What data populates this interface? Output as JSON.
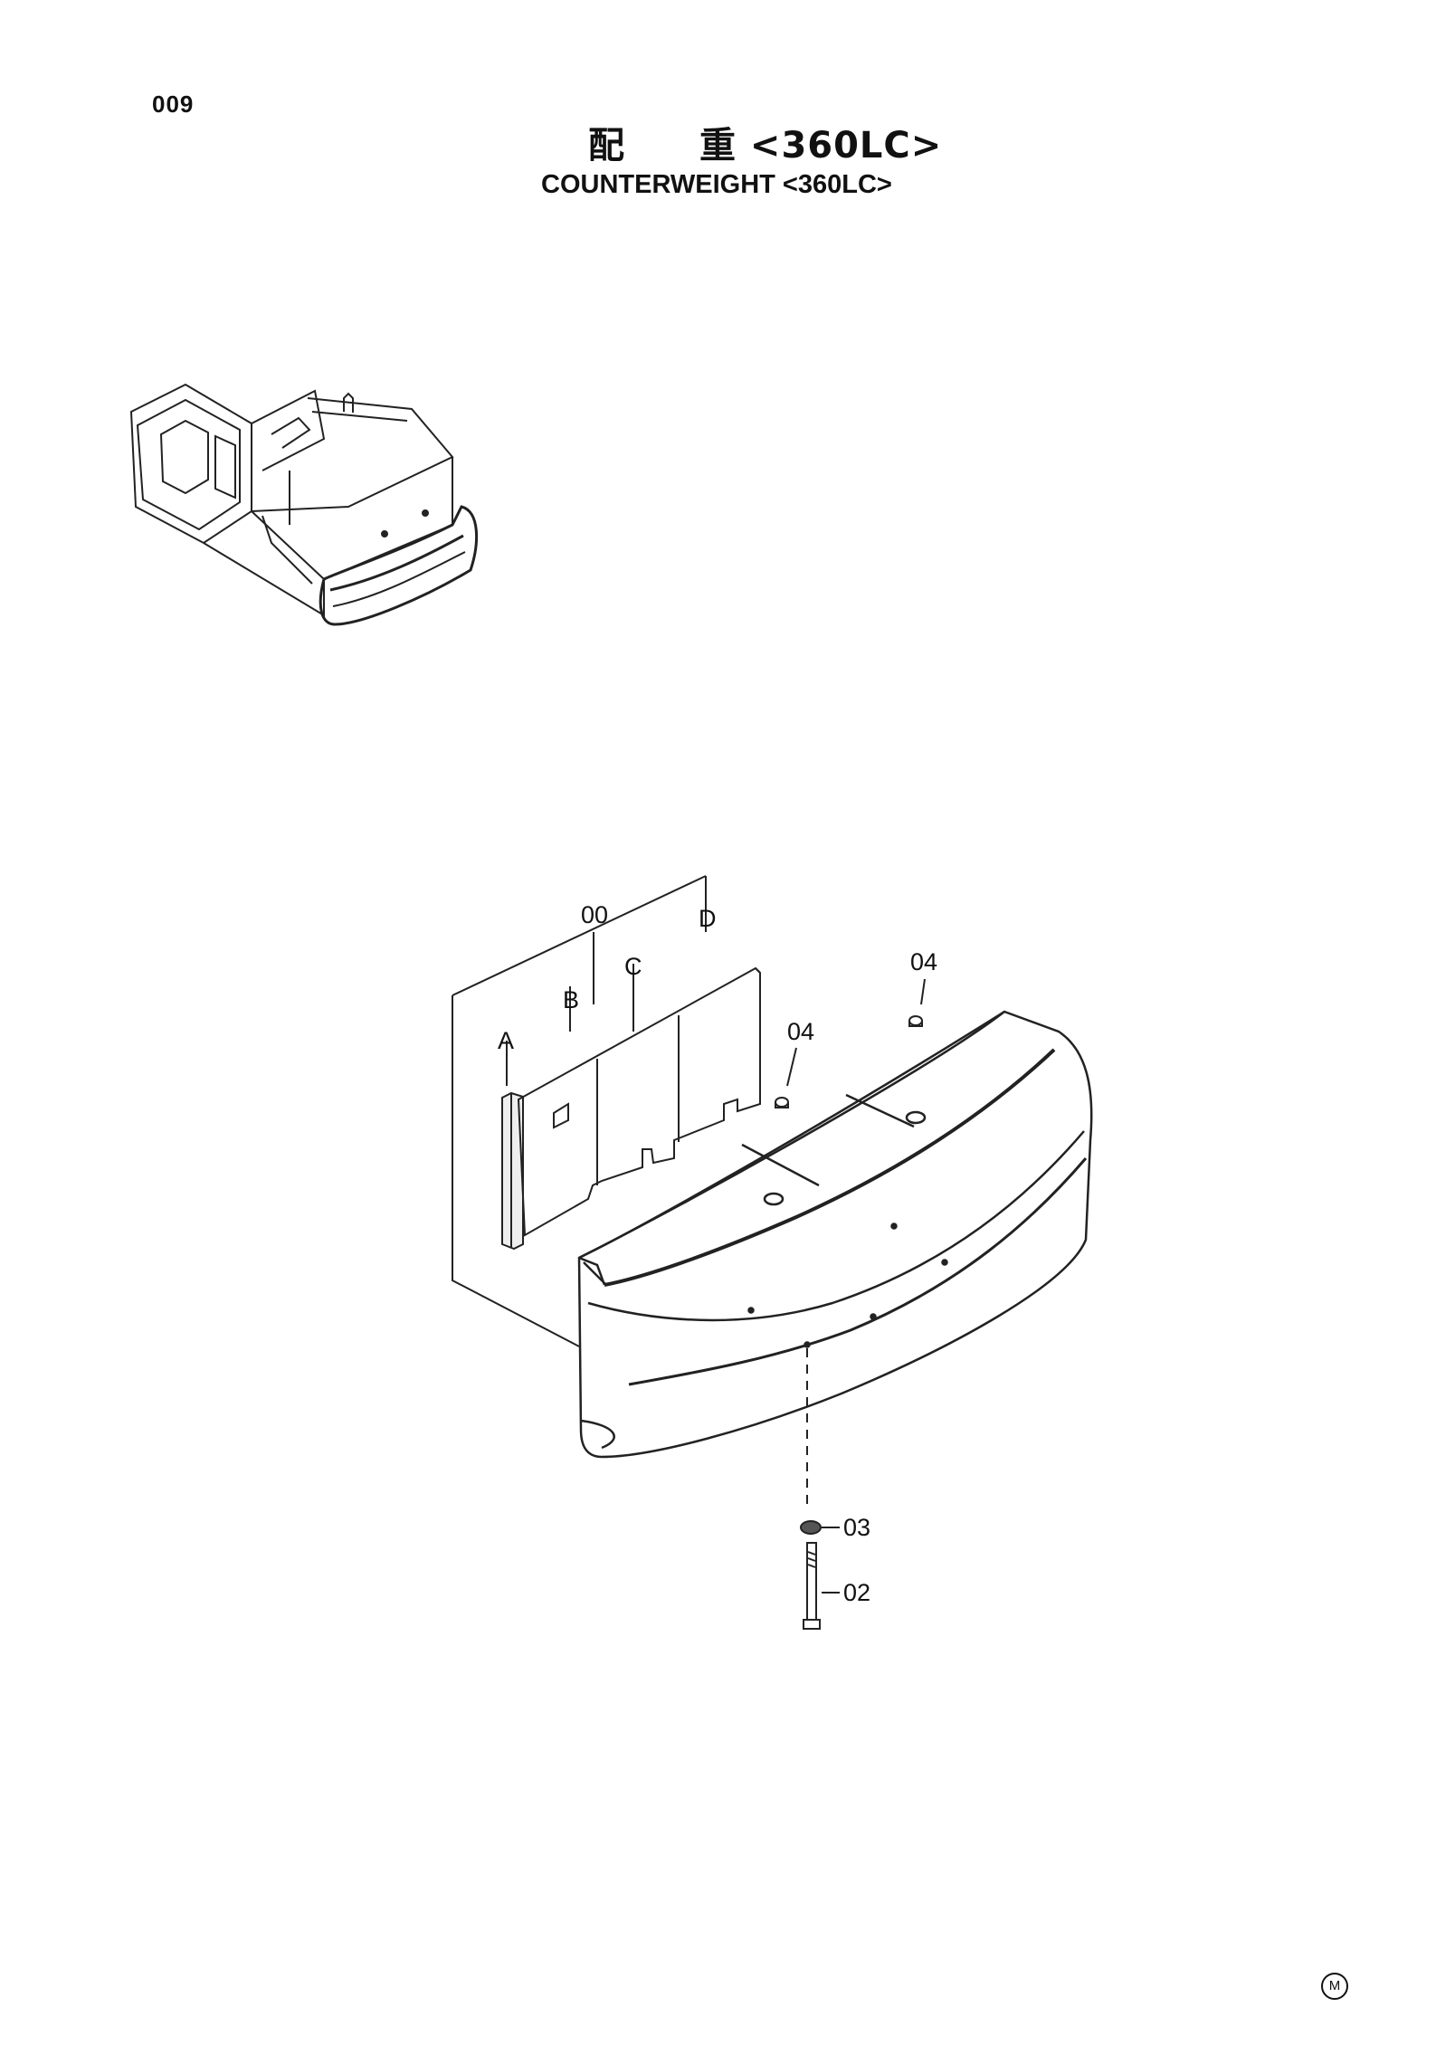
{
  "page": {
    "number": "009"
  },
  "title": {
    "japanese": "配　　重 <360LC>",
    "english": "COUNTERWEIGHT <360LC>"
  },
  "callouts": {
    "assembly": "00",
    "a": "A",
    "b": "B",
    "c": "C",
    "d": "D",
    "cap_left": "04",
    "cap_right": "04",
    "washer": "03",
    "bolt": "02"
  },
  "footer": {
    "mark": "M"
  }
}
